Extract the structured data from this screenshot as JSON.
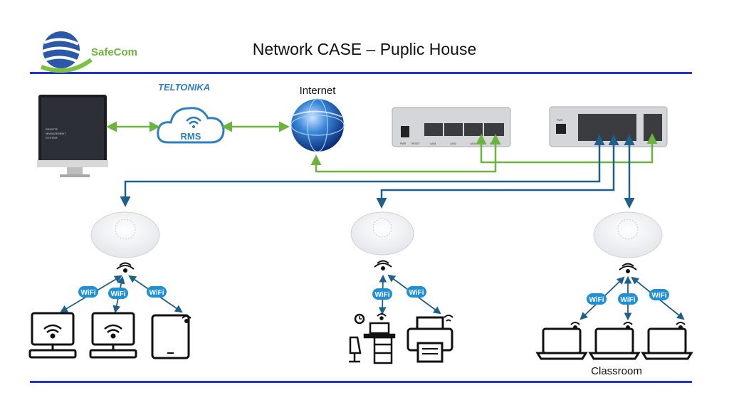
{
  "header": {
    "logo_text": "SafeCom",
    "title": "Network CASE – Puplic House"
  },
  "brand": {
    "vendor_logo": "TELTONIKA",
    "cloud_label": "RMS",
    "monitor_text_line1": "REMOTE",
    "monitor_text_line2": "MANAGEMENT",
    "monitor_text_line3": "SYSTEM"
  },
  "nodes": {
    "internet_label": "Internet",
    "classroom_label": "Classroom",
    "wifi_badge": "WiFi"
  },
  "router_labels": {
    "pwr": "PWR",
    "reset": "RESET",
    "lan1": "LAN1",
    "lan2": "LAN2",
    "lan3": "LAN3",
    "wan": "WAN"
  },
  "switch_labels": {
    "pwr": "PWR"
  },
  "colors": {
    "rule_blue": "#2233cc",
    "green_link": "#6cb33f",
    "blue_link": "#1f5f8b",
    "wifi_badge": "#1f8fd6",
    "brand_blue": "#2b59a8"
  }
}
